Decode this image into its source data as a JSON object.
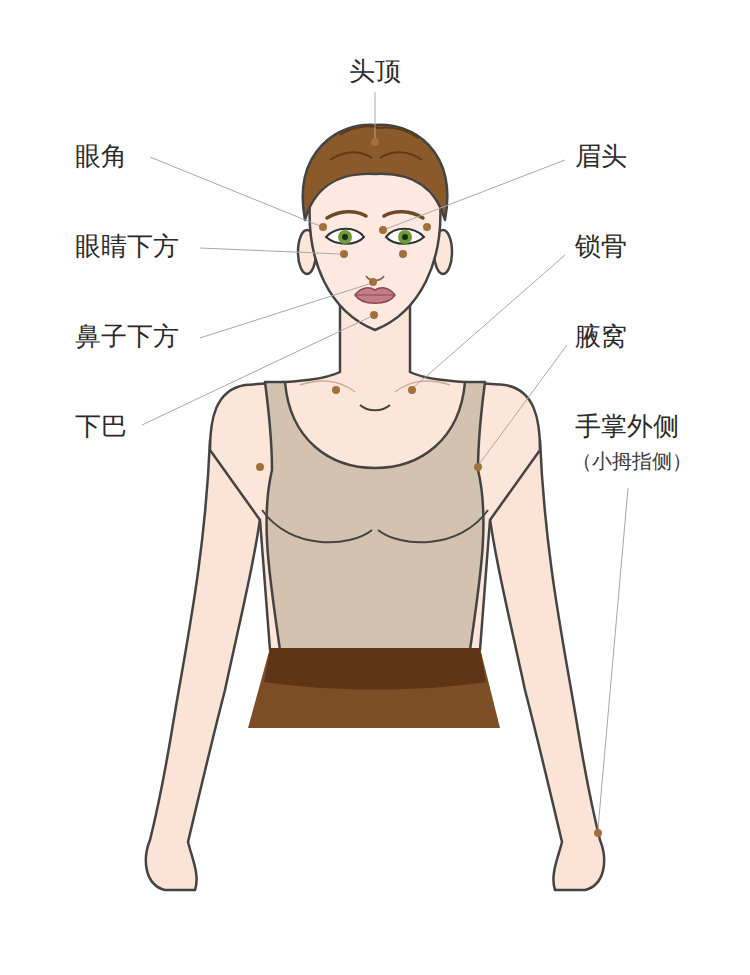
{
  "diagram": {
    "labels": [
      "头顶",
      "眼角",
      "眉头",
      "眼睛下方",
      "锁骨",
      "鼻子下方",
      "腋窝",
      "下巴",
      "手掌外侧",
      "（小拇指侧）"
    ]
  }
}
